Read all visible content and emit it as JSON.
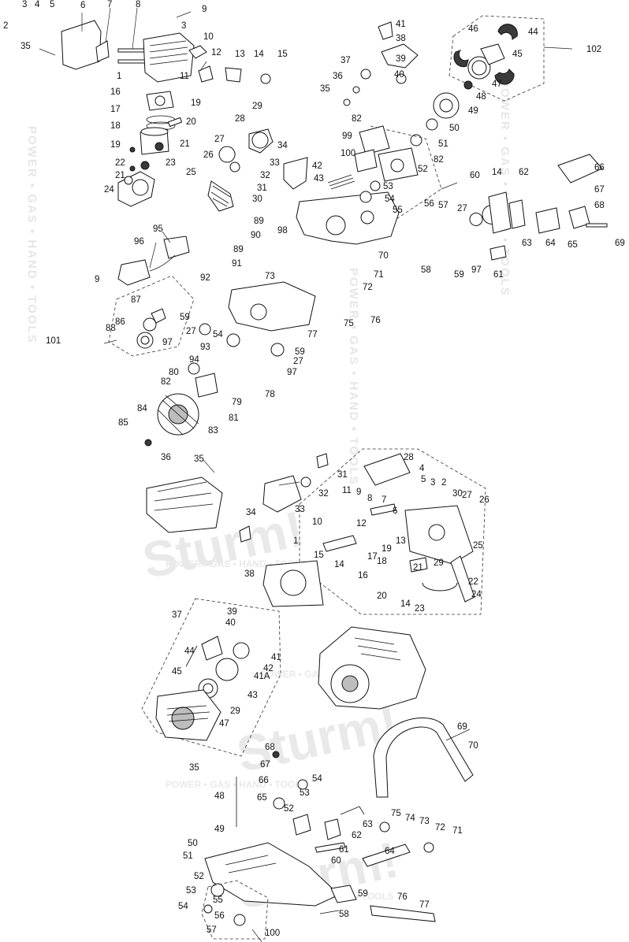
{
  "watermark": {
    "brand": "Sturm!",
    "tagline": "POWER • GAS • HAND • TOOLS",
    "side_text": "POWER • GAS • HAND • TOOLS"
  },
  "callouts_top": [
    {
      "n": "2"
    },
    {
      "n": "3"
    },
    {
      "n": "4"
    },
    {
      "n": "5"
    },
    {
      "n": "6"
    },
    {
      "n": "7"
    },
    {
      "n": "8"
    },
    {
      "n": "9"
    },
    {
      "n": "3"
    },
    {
      "n": "10"
    },
    {
      "n": "35"
    },
    {
      "n": "11"
    },
    {
      "n": "12"
    },
    {
      "n": "13"
    },
    {
      "n": "14"
    },
    {
      "n": "15"
    },
    {
      "n": "1"
    },
    {
      "n": "16"
    },
    {
      "n": "17"
    },
    {
      "n": "19"
    },
    {
      "n": "20"
    },
    {
      "n": "18"
    },
    {
      "n": "19"
    },
    {
      "n": "21"
    },
    {
      "n": "22"
    },
    {
      "n": "23"
    },
    {
      "n": "21"
    },
    {
      "n": "24"
    },
    {
      "n": "25"
    },
    {
      "n": "26"
    },
    {
      "n": "27"
    },
    {
      "n": "28"
    },
    {
      "n": "29"
    },
    {
      "n": "34"
    },
    {
      "n": "33"
    },
    {
      "n": "32"
    },
    {
      "n": "31"
    },
    {
      "n": "30"
    },
    {
      "n": "41"
    },
    {
      "n": "38"
    },
    {
      "n": "39"
    },
    {
      "n": "37"
    },
    {
      "n": "40"
    },
    {
      "n": "36"
    },
    {
      "n": "35"
    },
    {
      "n": "44"
    },
    {
      "n": "46"
    },
    {
      "n": "45"
    },
    {
      "n": "102"
    },
    {
      "n": "47"
    },
    {
      "n": "48"
    },
    {
      "n": "49"
    },
    {
      "n": "50"
    },
    {
      "n": "82"
    },
    {
      "n": "99"
    },
    {
      "n": "51"
    },
    {
      "n": "100"
    },
    {
      "n": "82"
    },
    {
      "n": "52"
    },
    {
      "n": "42"
    },
    {
      "n": "43"
    },
    {
      "n": "53"
    },
    {
      "n": "54"
    },
    {
      "n": "55"
    },
    {
      "n": "56"
    },
    {
      "n": "57"
    },
    {
      "n": "27"
    },
    {
      "n": "60"
    },
    {
      "n": "14"
    },
    {
      "n": "62"
    },
    {
      "n": "66"
    },
    {
      "n": "67"
    },
    {
      "n": "68"
    },
    {
      "n": "89"
    },
    {
      "n": "98"
    },
    {
      "n": "90"
    },
    {
      "n": "89"
    },
    {
      "n": "70"
    },
    {
      "n": "91"
    },
    {
      "n": "95"
    },
    {
      "n": "96"
    },
    {
      "n": "58"
    },
    {
      "n": "59"
    },
    {
      "n": "97"
    },
    {
      "n": "61"
    },
    {
      "n": "63"
    },
    {
      "n": "64"
    },
    {
      "n": "65"
    },
    {
      "n": "69"
    },
    {
      "n": "71"
    },
    {
      "n": "9"
    },
    {
      "n": "73"
    },
    {
      "n": "72"
    },
    {
      "n": "92"
    },
    {
      "n": "75"
    },
    {
      "n": "76"
    },
    {
      "n": "87"
    },
    {
      "n": "86"
    },
    {
      "n": "88"
    },
    {
      "n": "101"
    },
    {
      "n": "59"
    },
    {
      "n": "27"
    },
    {
      "n": "54"
    },
    {
      "n": "77"
    },
    {
      "n": "97"
    },
    {
      "n": "93"
    },
    {
      "n": "59"
    },
    {
      "n": "94"
    },
    {
      "n": "27"
    },
    {
      "n": "97"
    },
    {
      "n": "80"
    },
    {
      "n": "78"
    },
    {
      "n": "82"
    },
    {
      "n": "79"
    },
    {
      "n": "81"
    },
    {
      "n": "84"
    },
    {
      "n": "83"
    },
    {
      "n": "85"
    }
  ],
  "callouts_middle": [
    {
      "n": "36"
    },
    {
      "n": "35"
    },
    {
      "n": "31"
    },
    {
      "n": "28"
    },
    {
      "n": "4"
    },
    {
      "n": "5"
    },
    {
      "n": "32"
    },
    {
      "n": "2"
    },
    {
      "n": "3"
    },
    {
      "n": "30"
    },
    {
      "n": "27"
    },
    {
      "n": "26"
    },
    {
      "n": "11"
    },
    {
      "n": "9"
    },
    {
      "n": "8"
    },
    {
      "n": "7"
    },
    {
      "n": "33"
    },
    {
      "n": "6"
    },
    {
      "n": "34"
    },
    {
      "n": "10"
    },
    {
      "n": "12"
    },
    {
      "n": "1"
    },
    {
      "n": "13"
    },
    {
      "n": "25"
    },
    {
      "n": "15"
    },
    {
      "n": "19"
    },
    {
      "n": "14"
    },
    {
      "n": "18"
    },
    {
      "n": "17"
    },
    {
      "n": "29"
    },
    {
      "n": "16"
    },
    {
      "n": "21"
    },
    {
      "n": "38"
    },
    {
      "n": "22"
    },
    {
      "n": "20"
    },
    {
      "n": "14"
    },
    {
      "n": "24"
    },
    {
      "n": "23"
    },
    {
      "n": "37"
    },
    {
      "n": "39"
    },
    {
      "n": "40"
    },
    {
      "n": "44"
    },
    {
      "n": "41"
    },
    {
      "n": "42"
    },
    {
      "n": "45"
    },
    {
      "n": "41A"
    },
    {
      "n": "43"
    },
    {
      "n": "29"
    },
    {
      "n": "47"
    },
    {
      "n": "35"
    }
  ],
  "callouts_bottom": [
    {
      "n": "69"
    },
    {
      "n": "70"
    },
    {
      "n": "68"
    },
    {
      "n": "67"
    },
    {
      "n": "54"
    },
    {
      "n": "66"
    },
    {
      "n": "48"
    },
    {
      "n": "53"
    },
    {
      "n": "65"
    },
    {
      "n": "52"
    },
    {
      "n": "63"
    },
    {
      "n": "75"
    },
    {
      "n": "74"
    },
    {
      "n": "73"
    },
    {
      "n": "62"
    },
    {
      "n": "72"
    },
    {
      "n": "71"
    },
    {
      "n": "49"
    },
    {
      "n": "61"
    },
    {
      "n": "50"
    },
    {
      "n": "64"
    },
    {
      "n": "51"
    },
    {
      "n": "60"
    },
    {
      "n": "52"
    },
    {
      "n": "53"
    },
    {
      "n": "55"
    },
    {
      "n": "59"
    },
    {
      "n": "76"
    },
    {
      "n": "77"
    },
    {
      "n": "54"
    },
    {
      "n": "56"
    },
    {
      "n": "58"
    },
    {
      "n": "57"
    },
    {
      "n": "100"
    }
  ]
}
